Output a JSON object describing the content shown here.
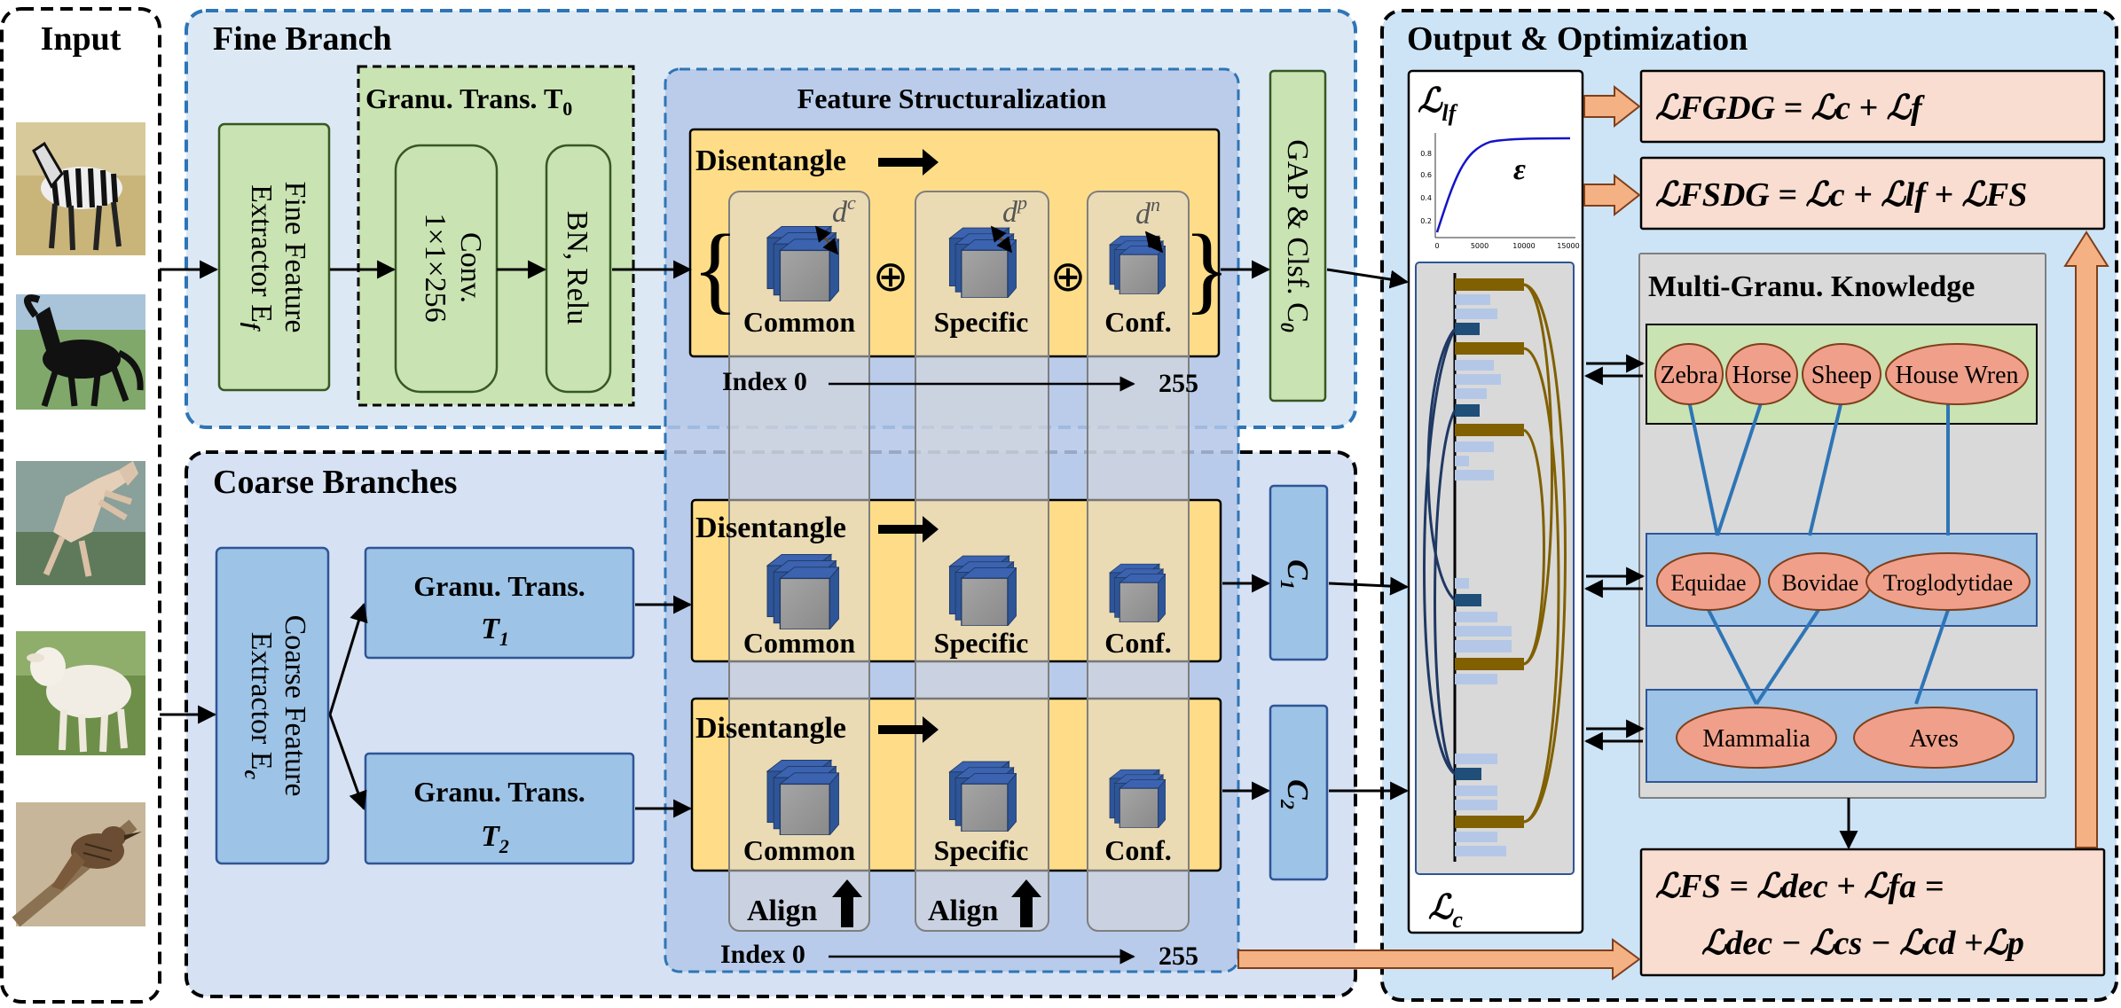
{
  "input": {
    "title": "Input",
    "images": [
      "zebra",
      "horse",
      "sheep",
      "lamb",
      "wren"
    ]
  },
  "fine_branch": {
    "title": "Fine Branch",
    "extractor": [
      "Fine Feature",
      "Extractor E",
      "f"
    ],
    "granu_trans_title": "Granu. Trans. T",
    "granu_trans_sub": "0",
    "conv": [
      "Conv.",
      "1×1×256"
    ],
    "bn": "BN, Relu",
    "gap": "GAP & Clsf. C",
    "gap_sub": "0"
  },
  "feature_structuralization": {
    "title": "Feature Structuralization",
    "disentangle": "Disentangle",
    "common": "Common",
    "specific": "Specific",
    "conf": "Conf.",
    "dc": "d",
    "dc_sup": "c",
    "dp": "d",
    "dp_sup": "p",
    "dn": "d",
    "dn_sup": "n",
    "oplus": "⊕",
    "index0": "Index 0",
    "index255": "255",
    "align": "Align"
  },
  "coarse_branches": {
    "title": "Coarse Branches",
    "extractor": [
      "Coarse Feature",
      "Extractor E",
      "c"
    ],
    "t1": [
      "Granu. Trans.",
      "T",
      "1"
    ],
    "t2": [
      "Granu. Trans.",
      "T",
      "2"
    ],
    "c1": "C",
    "c1_sub": "1",
    "c2": "C",
    "c2_sub": "2"
  },
  "output": {
    "title": "Output & Optimization",
    "l_lf": "ℒ",
    "l_lf_sub": "lf",
    "epsilon": "ε",
    "l_c": "ℒ",
    "l_c_sub": "c",
    "plot_yticks": [
      "0.8",
      "0.6",
      "0.4",
      "0.2"
    ],
    "plot_xticks": [
      "0",
      "5000",
      "10000",
      "15000"
    ],
    "fgdg": "ℒFGDG = ℒc + ℒf",
    "fsdg": "ℒFSDG = ℒc + ℒlf + ℒFS",
    "knowledge_title": "Multi-Granu. Knowledge",
    "species": [
      "Zebra",
      "Horse",
      "Sheep",
      "House Wren"
    ],
    "families": [
      "Equidae",
      "Bovidae",
      "Troglodytidae"
    ],
    "classes": [
      "Mammalia",
      "Aves"
    ],
    "fs_line1": "ℒFS = ℒdec + ℒfa =",
    "fs_line2": "ℒdec − ℒcs − ℒcd +ℒp"
  },
  "colors": {
    "fine_bg": "#dce9f5",
    "coarse_bg": "#d6e2f3",
    "output_bg": "#cde4f7",
    "green": "#c9e3b3",
    "blue": "#9dc3e6",
    "yellow": "#ffdd88",
    "salmon": "#f8ddd0",
    "oval": "#f0a08a",
    "brown": "#806000",
    "navy": "#1f3864",
    "cube": "#2e5597"
  }
}
